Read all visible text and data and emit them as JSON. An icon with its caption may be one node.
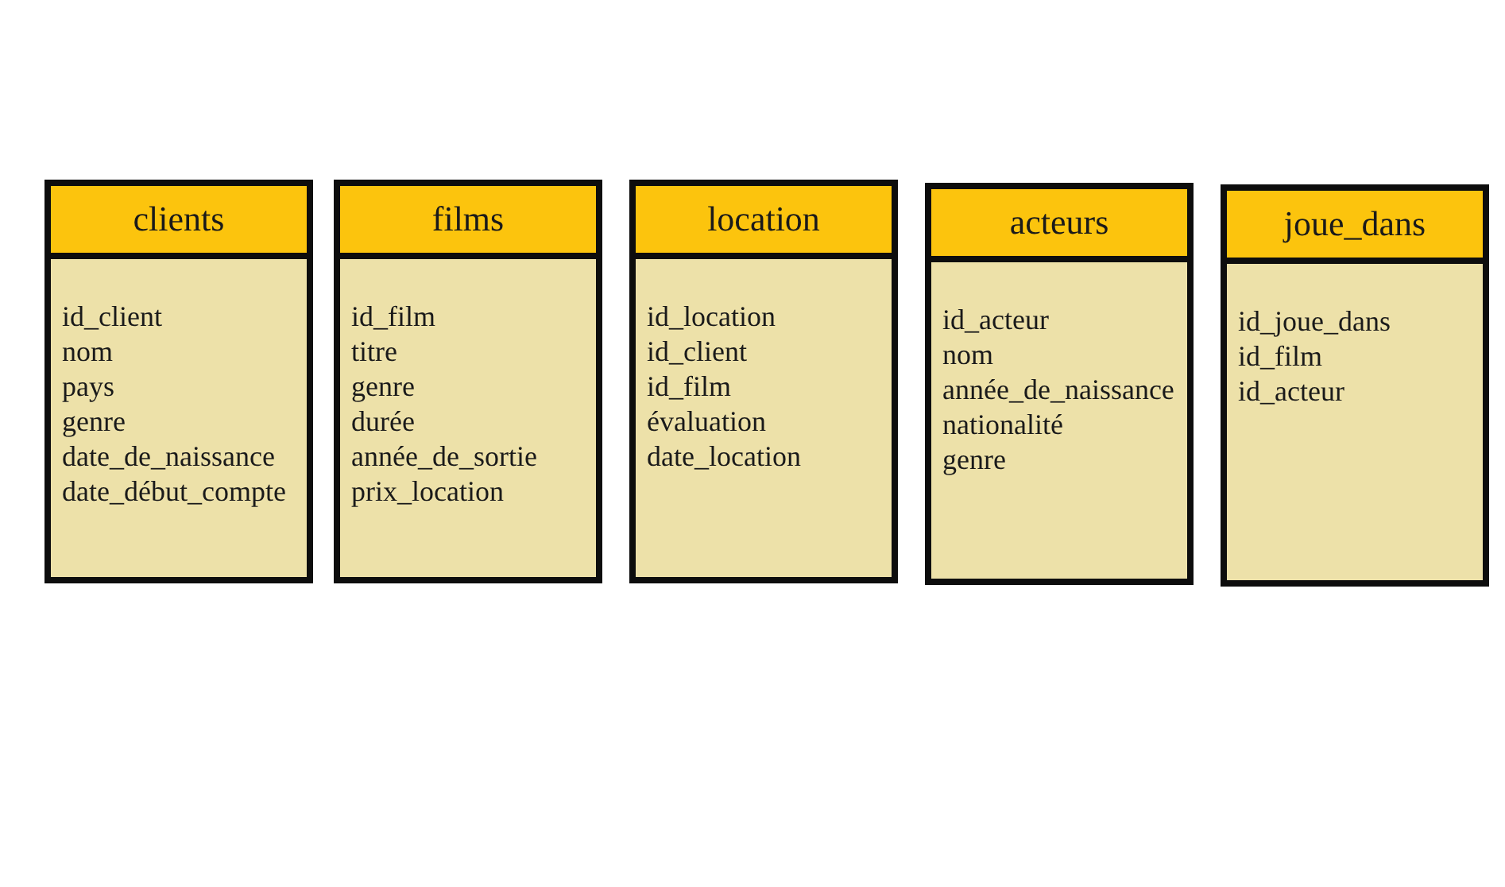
{
  "diagram": {
    "nodes": [
      {
        "text": [
          "clients",
          "id_client",
          "nom",
          "pays",
          "genre",
          "date_de_naissance",
          "date_début_compte"
        ]
      },
      {
        "text": [
          "films",
          "id_film",
          "titre",
          "genre",
          "durée",
          "année_de_sortie",
          "prix_location"
        ]
      },
      {
        "text": [
          "location",
          "id_location",
          "id_client",
          "id_film",
          "évaluation",
          "date_location"
        ]
      },
      {
        "text": [
          "acteurs",
          "id_acteur",
          "nom",
          "année_de_naissance",
          "nationalité",
          "genre"
        ]
      },
      {
        "text": [
          "joue_dans",
          "id_joue_dans",
          "id_film",
          "id_acteur"
        ]
      }
    ]
  }
}
